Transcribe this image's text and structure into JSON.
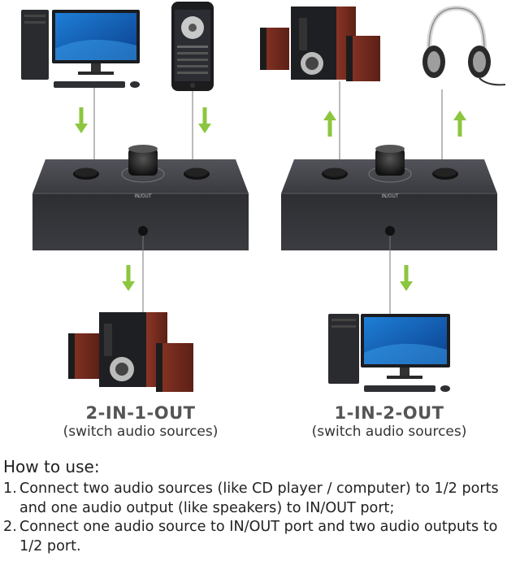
{
  "left_mode": {
    "title": "2-IN-1-OUT",
    "subtitle": "(switch audio sources)"
  },
  "right_mode": {
    "title": "1-IN-2-OUT",
    "subtitle": "(switch audio sources)"
  },
  "device_labels": {
    "port_in_out": "IN/OUT"
  },
  "instructions": {
    "heading": "How to use:",
    "steps": [
      {
        "num": "1.",
        "text": "Connect two audio sources (like CD player / computer) to 1/2 ports and one audio output (like speakers) to IN/OUT port;"
      },
      {
        "num": "2.",
        "text": "Connect one audio source to IN/OUT port and two audio outputs to 1/2 port."
      }
    ]
  },
  "colors": {
    "arrow_green": "#8cc63f",
    "box_dark": "#3a3b3f",
    "wood_red": "#7a2f22"
  }
}
